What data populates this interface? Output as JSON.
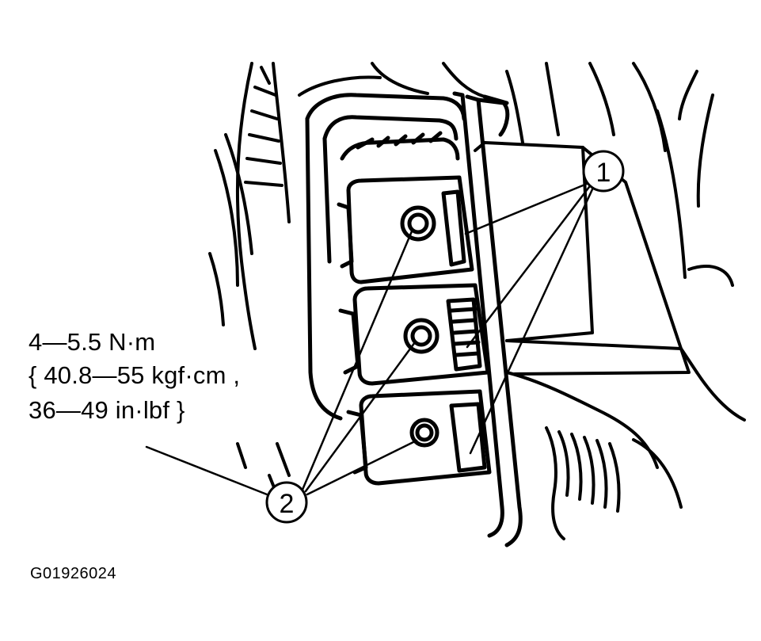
{
  "callouts": {
    "one": "1",
    "two": "2"
  },
  "torque_spec": {
    "line1": "4—5.5 N·m",
    "line2": "{ 40.8—55 kgf·cm ,",
    "line3": "36—49 in·lbf }"
  },
  "figure_id": "G01926024"
}
